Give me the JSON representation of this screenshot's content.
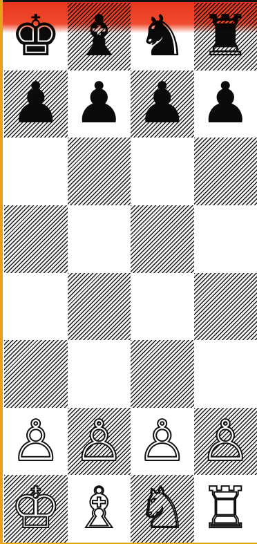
{
  "board": {
    "columns": 4,
    "rows": 8,
    "colors": {
      "frame": "#e8a21a",
      "top_band": "#e8361c",
      "dark_square_hatch": "#1a1a1a",
      "light_square": "#ffffff"
    },
    "squares": [
      {
        "shade": "light",
        "piece": "king",
        "side": "black",
        "glyph": "♚"
      },
      {
        "shade": "dark",
        "piece": "bishop",
        "side": "black",
        "glyph": "♝"
      },
      {
        "shade": "light",
        "piece": "knight",
        "side": "black",
        "glyph": "♞"
      },
      {
        "shade": "dark",
        "piece": "rook",
        "side": "black",
        "glyph": "♜"
      },
      {
        "shade": "dark",
        "piece": "pawn",
        "side": "black",
        "glyph": "♟"
      },
      {
        "shade": "light",
        "piece": "pawn",
        "side": "black",
        "glyph": "♟"
      },
      {
        "shade": "dark",
        "piece": "pawn",
        "side": "black",
        "glyph": "♟"
      },
      {
        "shade": "light",
        "piece": "pawn",
        "side": "black",
        "glyph": "♟"
      },
      {
        "shade": "light",
        "piece": "",
        "side": "",
        "glyph": ""
      },
      {
        "shade": "dark",
        "piece": "",
        "side": "",
        "glyph": ""
      },
      {
        "shade": "light",
        "piece": "",
        "side": "",
        "glyph": ""
      },
      {
        "shade": "dark",
        "piece": "",
        "side": "",
        "glyph": ""
      },
      {
        "shade": "dark",
        "piece": "",
        "side": "",
        "glyph": ""
      },
      {
        "shade": "light",
        "piece": "",
        "side": "",
        "glyph": ""
      },
      {
        "shade": "dark",
        "piece": "",
        "side": "",
        "glyph": ""
      },
      {
        "shade": "light",
        "piece": "",
        "side": "",
        "glyph": ""
      },
      {
        "shade": "light",
        "piece": "",
        "side": "",
        "glyph": ""
      },
      {
        "shade": "dark",
        "piece": "",
        "side": "",
        "glyph": ""
      },
      {
        "shade": "light",
        "piece": "",
        "side": "",
        "glyph": ""
      },
      {
        "shade": "dark",
        "piece": "",
        "side": "",
        "glyph": ""
      },
      {
        "shade": "dark",
        "piece": "",
        "side": "",
        "glyph": ""
      },
      {
        "shade": "light",
        "piece": "",
        "side": "",
        "glyph": ""
      },
      {
        "shade": "dark",
        "piece": "",
        "side": "",
        "glyph": ""
      },
      {
        "shade": "light",
        "piece": "",
        "side": "",
        "glyph": ""
      },
      {
        "shade": "light",
        "piece": "pawn",
        "side": "white",
        "glyph": "♙"
      },
      {
        "shade": "dark",
        "piece": "pawn",
        "side": "white",
        "glyph": "♙"
      },
      {
        "shade": "light",
        "piece": "pawn",
        "side": "white",
        "glyph": "♙"
      },
      {
        "shade": "dark",
        "piece": "pawn",
        "side": "white",
        "glyph": "♙"
      },
      {
        "shade": "dark",
        "piece": "king",
        "side": "white",
        "glyph": "♔"
      },
      {
        "shade": "light",
        "piece": "bishop",
        "side": "white",
        "glyph": "♗"
      },
      {
        "shade": "dark",
        "piece": "knight",
        "side": "white",
        "glyph": "♘"
      },
      {
        "shade": "light",
        "piece": "rook",
        "side": "white",
        "glyph": "♖"
      }
    ]
  }
}
